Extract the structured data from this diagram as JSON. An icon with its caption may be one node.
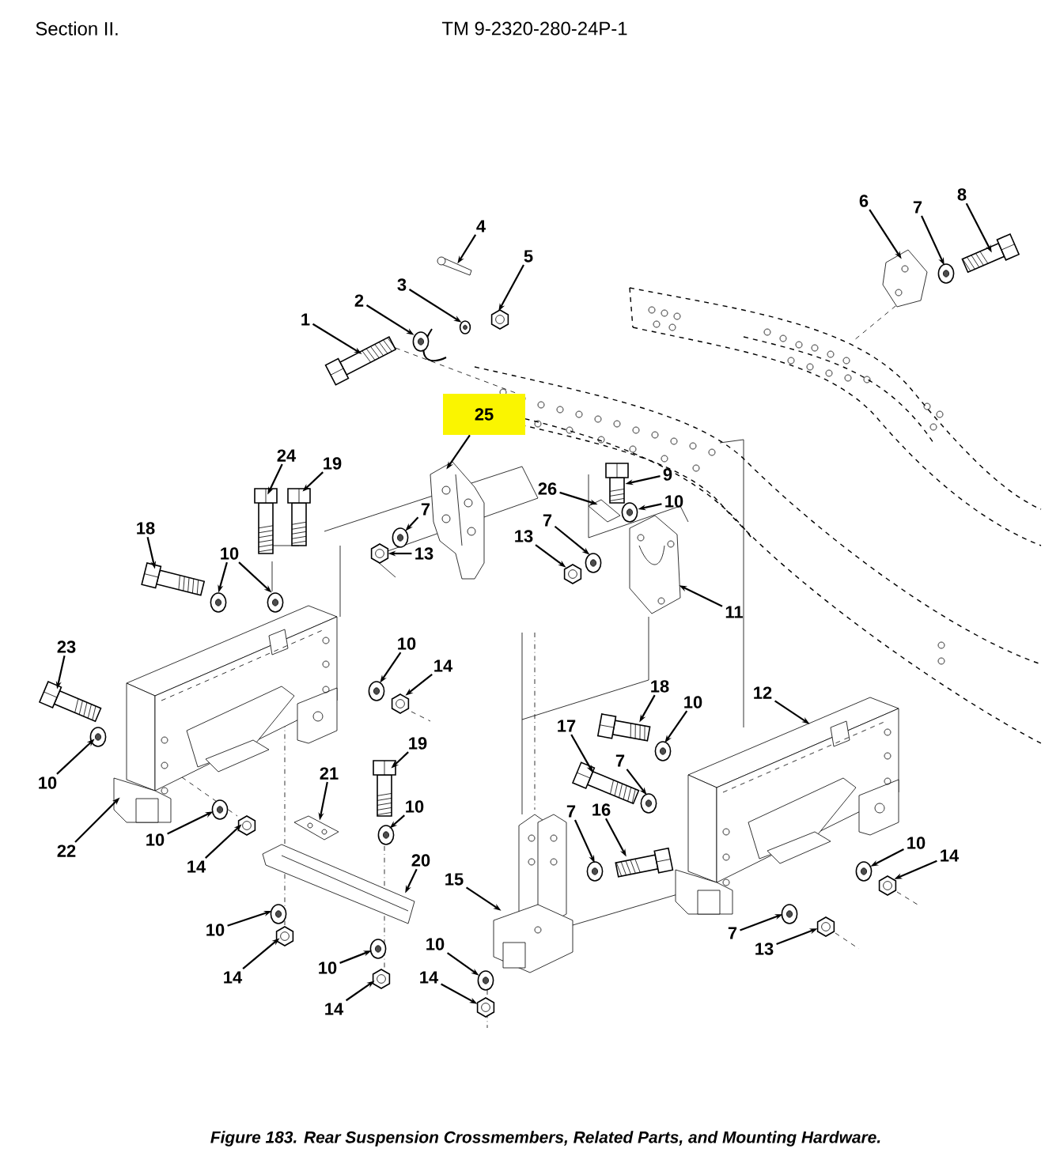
{
  "diagram": {
    "caption": "Figure 183.  Rear Suspension Crossmembers, Related Parts, and Mounting Hardware.",
    "nodes": [
      {
        "text": [
          "6"
        ]
      },
      {
        "text": [
          "7"
        ]
      },
      {
        "text": [
          "8"
        ]
      },
      {
        "text": [
          "4"
        ]
      },
      {
        "text": [
          "5"
        ]
      },
      {
        "text": [
          "3"
        ]
      },
      {
        "text": [
          "2"
        ]
      },
      {
        "text": [
          "1"
        ]
      },
      {
        "text": [
          "25"
        ]
      },
      {
        "text": [
          "24"
        ]
      },
      {
        "text": [
          "19"
        ]
      },
      {
        "text": [
          "9"
        ]
      },
      {
        "text": [
          "26"
        ]
      },
      {
        "text": [
          "10"
        ]
      },
      {
        "text": [
          "7"
        ]
      },
      {
        "text": [
          "7"
        ]
      },
      {
        "text": [
          "18"
        ]
      },
      {
        "text": [
          "13"
        ]
      },
      {
        "text": [
          "13"
        ]
      },
      {
        "text": [
          "10"
        ]
      },
      {
        "text": [
          "11"
        ]
      },
      {
        "text": [
          "23"
        ]
      },
      {
        "text": [
          "10"
        ]
      },
      {
        "text": [
          "14"
        ]
      },
      {
        "text": [
          "18"
        ]
      },
      {
        "text": [
          "12"
        ]
      },
      {
        "text": [
          "10"
        ]
      },
      {
        "text": [
          "17"
        ]
      },
      {
        "text": [
          "19"
        ]
      },
      {
        "text": [
          "7"
        ]
      },
      {
        "text": [
          "21"
        ]
      },
      {
        "text": [
          "10"
        ]
      },
      {
        "text": [
          "16"
        ]
      },
      {
        "text": [
          "7"
        ]
      },
      {
        "text": [
          "10"
        ]
      },
      {
        "text": [
          "10"
        ]
      },
      {
        "text": [
          "10"
        ]
      },
      {
        "text": [
          "22"
        ]
      },
      {
        "text": [
          "14"
        ]
      },
      {
        "text": [
          "20"
        ]
      },
      {
        "text": [
          "14"
        ]
      },
      {
        "text": [
          "15"
        ]
      },
      {
        "text": [
          "10"
        ]
      },
      {
        "text": [
          "7"
        ]
      },
      {
        "text": [
          "10"
        ]
      },
      {
        "text": [
          "13"
        ]
      },
      {
        "text": [
          "10"
        ]
      },
      {
        "text": [
          "14"
        ]
      },
      {
        "text": [
          "14"
        ]
      },
      {
        "text": [
          "14"
        ]
      },
      {
        "text": [],
        "shape": "picture"
      },
      {
        "text": [],
        "shape": "picture"
      },
      {
        "text": [],
        "shape": "picture"
      },
      {
        "text": [],
        "shape": "picture"
      },
      {
        "text": [],
        "shape": "picture"
      },
      {
        "text": [],
        "shape": "picture"
      },
      {
        "text": [],
        "shape": "picture"
      },
      {
        "text": [],
        "shape": "picture"
      },
      {
        "text": [],
        "shape": "picture"
      },
      {
        "text": [],
        "shape": "picture"
      },
      {
        "text": [],
        "shape": "picture"
      },
      {
        "text": [],
        "shape": "picture"
      },
      {
        "text": [],
        "shape": "picture"
      },
      {
        "text": [],
        "shape": "picture"
      },
      {
        "text": [],
        "shape": "picture"
      },
      {
        "text": [],
        "shape": "picture"
      },
      {
        "text": [],
        "shape": "picture"
      },
      {
        "text": [],
        "shape": "picture"
      },
      {
        "text": [],
        "shape": "picture"
      },
      {
        "text": [],
        "shape": "picture"
      },
      {
        "text": [],
        "shape": "picture"
      },
      {
        "text": [],
        "shape": "picture"
      },
      {
        "text": [],
        "shape": "picture"
      },
      {
        "text": [],
        "shape": "picture"
      },
      {
        "text": [],
        "shape": "picture"
      },
      {
        "text": [],
        "shape": "picture"
      },
      {
        "text": [],
        "shape": "picture"
      },
      {
        "text": [],
        "shape": "picture"
      },
      {
        "text": [],
        "shape": "picture"
      },
      {
        "text": [],
        "shape": "picture"
      },
      {
        "text": [],
        "shape": "picture"
      },
      {
        "text": [],
        "shape": "picture"
      },
      {
        "text": [],
        "shape": "picture"
      },
      {
        "text": [],
        "shape": "picture"
      },
      {
        "text": [],
        "shape": "picture"
      },
      {
        "text": [],
        "shape": "picture"
      },
      {
        "text": [],
        "shape": "picture"
      },
      {
        "text": [],
        "shape": "picture"
      },
      {
        "text": [],
        "shape": "picture"
      },
      {
        "text": [],
        "shape": "picture"
      },
      {
        "text": [],
        "shape": "picture"
      },
      {
        "text": [],
        "shape": "picture"
      },
      {
        "text": [],
        "shape": "picture"
      },
      {
        "text": [],
        "shape": "picture"
      },
      {
        "text": [],
        "shape": "picture"
      },
      {
        "text": [],
        "shape": "picture"
      },
      {
        "text": [],
        "shape": "picture"
      },
      {
        "text": [],
        "shape": "picture"
      },
      {
        "text": [],
        "shape": "picture"
      },
      {
        "text": [],
        "shape": "picture"
      },
      {
        "text": [],
        "shape": "picture"
      }
    ],
    "edges": [
      {
        "from": 0,
        "to": 50,
        "arrow": "to"
      },
      {
        "from": 1,
        "to": 51,
        "arrow": "to"
      },
      {
        "from": 2,
        "to": 52,
        "arrow": "to"
      },
      {
        "from": 3,
        "to": 53,
        "arrow": "to"
      },
      {
        "from": 4,
        "to": 54,
        "arrow": "to"
      },
      {
        "from": 5,
        "to": 55,
        "arrow": "to"
      },
      {
        "from": 6,
        "to": 56,
        "arrow": "to"
      },
      {
        "from": 7,
        "to": 57,
        "arrow": "to"
      },
      {
        "from": 8,
        "to": 58,
        "arrow": "to"
      },
      {
        "from": 9,
        "to": 59,
        "arrow": "to"
      },
      {
        "from": 10,
        "to": 60,
        "arrow": "to"
      },
      {
        "from": 11,
        "to": 61,
        "arrow": "to"
      },
      {
        "from": 12,
        "to": 62,
        "arrow": "to"
      },
      {
        "from": 13,
        "to": 63,
        "arrow": "to"
      },
      {
        "from": 14,
        "to": 64,
        "arrow": "to"
      },
      {
        "from": 15,
        "to": 65,
        "arrow": "to"
      },
      {
        "from": 16,
        "to": 66,
        "arrow": "to"
      },
      {
        "from": 17,
        "to": 67,
        "arrow": "to"
      },
      {
        "from": 18,
        "to": 68,
        "arrow": "to"
      },
      {
        "from": 19,
        "to": 69,
        "arrow": "to"
      },
      {
        "from": 19,
        "to": 70,
        "arrow": "to"
      },
      {
        "from": 20,
        "to": 71,
        "arrow": "to"
      },
      {
        "from": 21,
        "to": 72,
        "arrow": "to"
      },
      {
        "from": 22,
        "to": 73,
        "arrow": "to"
      },
      {
        "from": 23,
        "to": 74,
        "arrow": "to"
      },
      {
        "from": 24,
        "to": 75,
        "arrow": "to"
      },
      {
        "from": 25,
        "to": 76,
        "arrow": "to"
      },
      {
        "from": 26,
        "to": 77,
        "arrow": "to"
      },
      {
        "from": 27,
        "to": 78,
        "arrow": "to"
      },
      {
        "from": 28,
        "to": 79,
        "arrow": "to"
      },
      {
        "from": 29,
        "to": 80,
        "arrow": "to"
      },
      {
        "from": 30,
        "to": 81,
        "arrow": "to"
      },
      {
        "from": 31,
        "to": 82,
        "arrow": "to"
      },
      {
        "from": 32,
        "to": 83,
        "arrow": "to"
      },
      {
        "from": 33,
        "to": 84,
        "arrow": "to"
      },
      {
        "from": 34,
        "to": 85,
        "arrow": "to"
      },
      {
        "from": 35,
        "to": 86,
        "arrow": "to"
      },
      {
        "from": 36,
        "to": 87,
        "arrow": "to"
      },
      {
        "from": 37,
        "to": 88,
        "arrow": "to"
      },
      {
        "from": 38,
        "to": 89,
        "arrow": "to"
      },
      {
        "from": 39,
        "to": 90,
        "arrow": "to"
      },
      {
        "from": 40,
        "to": 91,
        "arrow": "to"
      },
      {
        "from": 41,
        "to": 92,
        "arrow": "to"
      },
      {
        "from": 42,
        "to": 93,
        "arrow": "to"
      },
      {
        "from": 43,
        "to": 94,
        "arrow": "to"
      },
      {
        "from": 44,
        "to": 95,
        "arrow": "to"
      },
      {
        "from": 45,
        "to": 96,
        "arrow": "to"
      },
      {
        "from": 46,
        "to": 97,
        "arrow": "to"
      },
      {
        "from": 47,
        "to": 98,
        "arrow": "to"
      },
      {
        "from": 48,
        "to": 99,
        "arrow": "to"
      },
      {
        "from": 49,
        "to": 100,
        "arrow": "to"
      }
    ],
    "labels": [
      "Section II.",
      "TM 9-2320-280-24P-1"
    ]
  }
}
